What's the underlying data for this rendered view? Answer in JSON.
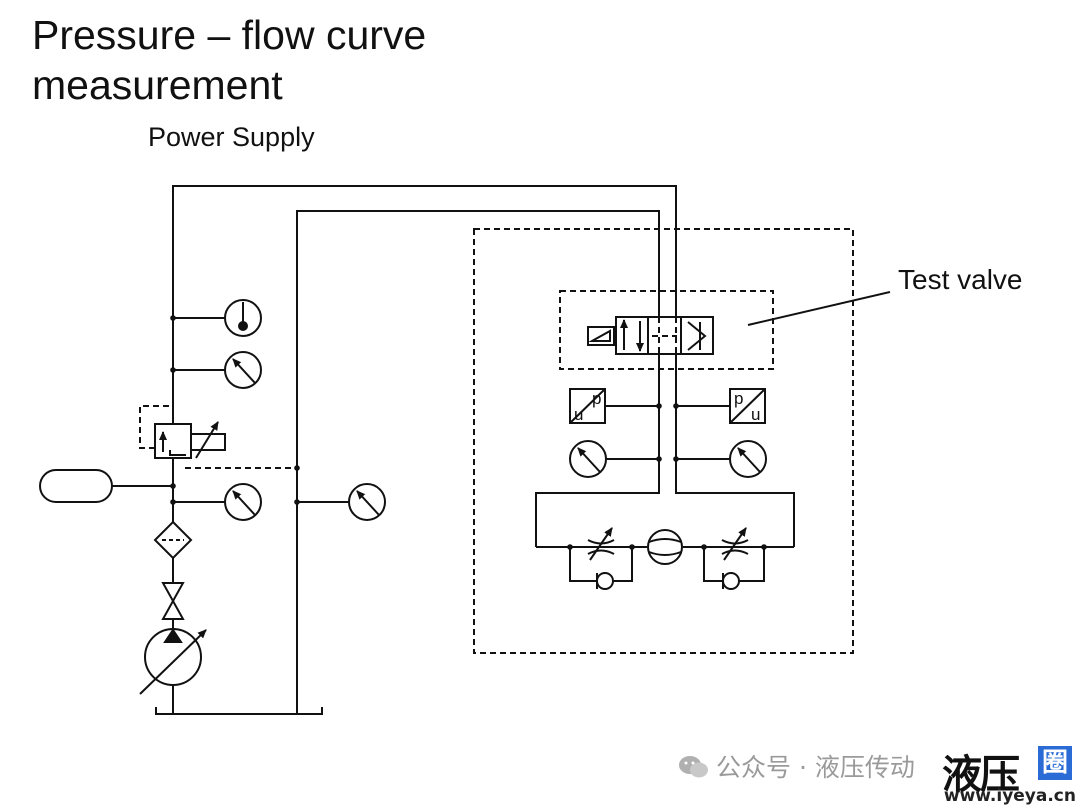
{
  "title": {
    "line1": "Pressure – flow curve",
    "line2": "measurement"
  },
  "labels": {
    "power_supply": "Power Supply",
    "test_valve": "Test valve"
  },
  "transducers": {
    "left": {
      "top": "p",
      "bottom": "u"
    },
    "right": {
      "top": "p",
      "bottom": "u"
    }
  },
  "watermark": {
    "text": "公众号 · 液压传动",
    "logo_text": "液压",
    "logo_box": "圈",
    "logo_url": "www.iyeya.cn"
  }
}
